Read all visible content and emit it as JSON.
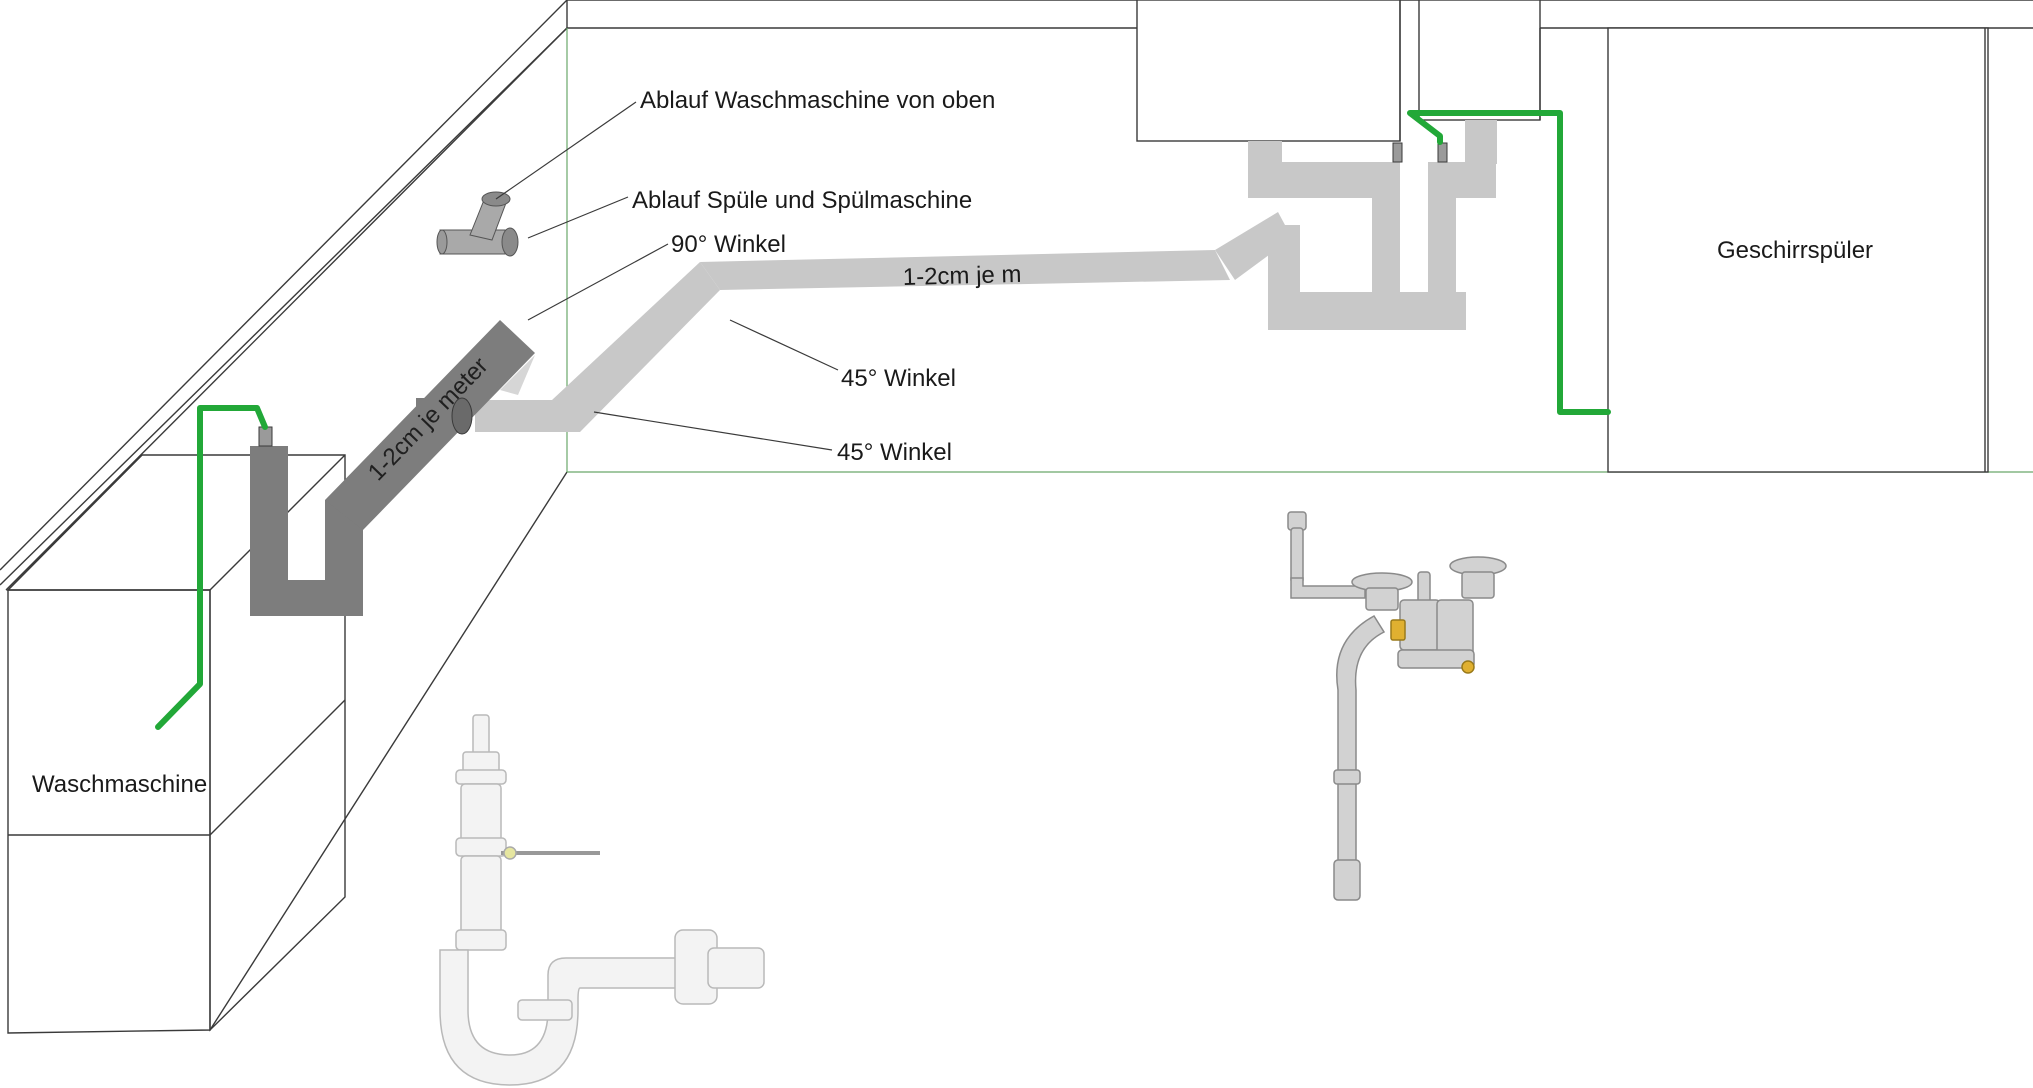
{
  "labels": {
    "ablauf_waschmaschine": "Ablauf Waschmaschine von oben",
    "ablauf_spuele": "Ablauf Spüle und Spülmaschine",
    "winkel_90": "90° Winkel",
    "gefaelle_m": "1-2cm je m",
    "winkel_45_a": "45° Winkel",
    "winkel_45_b": "45° Winkel",
    "gefaelle_meter": "1-2cm je meter",
    "geschirrspueler": "Geschirrspüler",
    "waschmaschine": "Waschmaschine"
  },
  "colors": {
    "line": "#3a3a3a",
    "wall_line": "#6aa86a",
    "pipe_light": "#c8c8c8",
    "pipe_dark": "#7d7d7d",
    "hose": "#22a838",
    "fitting": "#9a9a9a"
  }
}
